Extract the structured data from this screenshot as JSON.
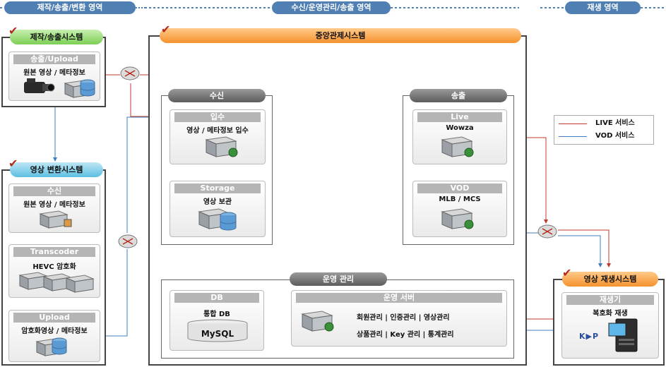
{
  "headers": {
    "production": "제작/송출/변환 영역",
    "central": "수신/운영관리/송출 영역",
    "playback": "재생 영역"
  },
  "production_system": {
    "title": "제작/송출시스템",
    "upload_box": {
      "bar": "송출/Upload",
      "text": "원본 영상 / 메타정보"
    }
  },
  "conversion_system": {
    "title": "영상 변환시스템",
    "receive_box": {
      "bar": "수신",
      "text": "원본 영상 / 메타정보"
    },
    "transcoder_box": {
      "bar": "Transcoder",
      "text": "HEVC 암호화"
    },
    "upload_box": {
      "bar": "Upload",
      "text": "암호화영상 / 메타정보"
    }
  },
  "central_system": {
    "title": "중앙관제시스템",
    "receive": {
      "title": "수신",
      "ingest_box": {
        "bar": "입수",
        "text": "영상 / 메타정보 입수"
      },
      "storage_box": {
        "bar": "Storage",
        "text": "영상 보관"
      }
    },
    "transmit": {
      "title": "송출",
      "live_box": {
        "bar": "Live",
        "text": "Wowza"
      },
      "vod_box": {
        "bar": "VOD",
        "text": "MLB / MCS"
      }
    },
    "operations": {
      "title": "운영 관리",
      "db_box": {
        "bar": "DB",
        "text": "통합 DB",
        "db_name": "MySQL"
      },
      "server_box": {
        "bar": "운영 서버",
        "row1": "회원관리 | 인증관리 | 영상관리",
        "row2": "상품관리 | Key 관리 | 통계관리"
      }
    }
  },
  "legend": {
    "live": {
      "label": "LIVE 서비스",
      "color": "#c0392b"
    },
    "vod": {
      "label": "VOD 서비스",
      "color": "#3f7fc0"
    }
  },
  "playback_system": {
    "title": "영상 재생시스템",
    "player_box": {
      "bar": "재생기",
      "text": "복호화 재생",
      "logo": "K▶P"
    }
  },
  "icons": [
    "camera-icon",
    "server-icon",
    "database-icon",
    "router-icon",
    "check-mark-icon",
    "monitor-icon"
  ]
}
